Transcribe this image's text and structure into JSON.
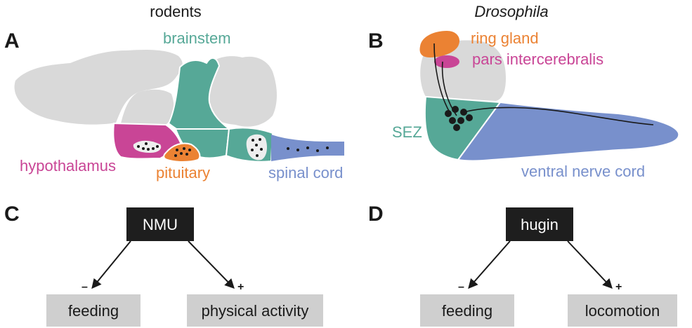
{
  "titles": {
    "left": "rodents",
    "right": "Drosophila"
  },
  "panels": {
    "a": "A",
    "b": "B",
    "c": "C",
    "d": "D"
  },
  "rodent_labels": {
    "brainstem": "brainstem",
    "hypothalamus": "hypothalamus",
    "pituitary": "pituitary",
    "spinal_cord": "spinal cord"
  },
  "fly_labels": {
    "ring_gland": "ring gland",
    "pars": "pars intercerebralis",
    "sez": "SEZ",
    "vnc": "ventral nerve cord"
  },
  "diagram_c": {
    "root": "NMU",
    "left": "feeding",
    "right": "physical activity",
    "left_sign": "–",
    "right_sign": "+"
  },
  "diagram_d": {
    "root": "hugin",
    "left": "feeding",
    "right": "locomotion",
    "left_sign": "–",
    "right_sign": "+"
  },
  "colors": {
    "gray": "#d9d9d9",
    "teal": "#56a897",
    "magenta": "#c94596",
    "orange": "#eb8233",
    "blue": "#7890cc",
    "dark_box": "#1e1e1e",
    "light_box": "#cfcfcf"
  }
}
